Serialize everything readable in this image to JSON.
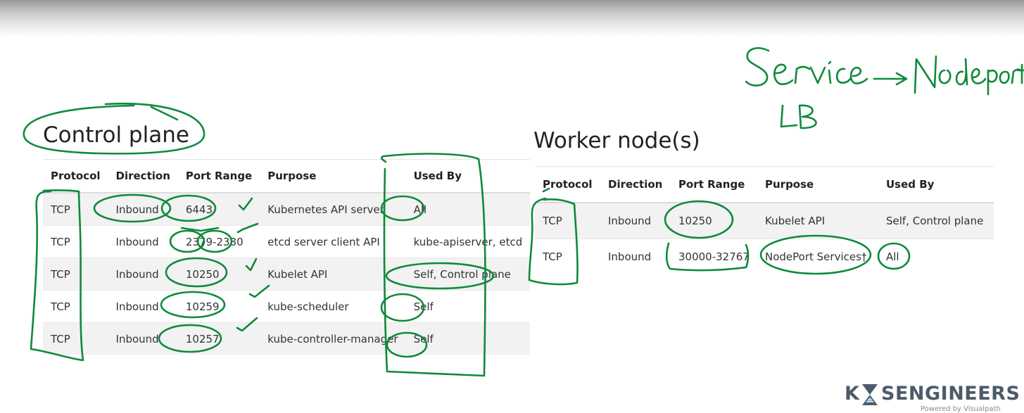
{
  "control_plane": {
    "title": "Control plane",
    "columns": [
      "Protocol",
      "Direction",
      "Port Range",
      "Purpose",
      "Used By"
    ],
    "rows": [
      [
        "TCP",
        "Inbound",
        "6443",
        "Kubernetes API server",
        "All"
      ],
      [
        "TCP",
        "Inbound",
        "2379-2380",
        "etcd server client API",
        "kube-apiserver, etcd"
      ],
      [
        "TCP",
        "Inbound",
        "10250",
        "Kubelet API",
        "Self, Control plane"
      ],
      [
        "TCP",
        "Inbound",
        "10259",
        "kube-scheduler",
        "Self"
      ],
      [
        "TCP",
        "Inbound",
        "10257",
        "kube-controller-manager",
        "Self"
      ]
    ]
  },
  "worker_nodes": {
    "title": "Worker node(s)",
    "columns": [
      "Protocol",
      "Direction",
      "Port Range",
      "Purpose",
      "Used By"
    ],
    "rows": [
      [
        "TCP",
        "Inbound",
        "10250",
        "Kubelet API",
        "Self, Control plane"
      ],
      [
        "TCP",
        "Inbound",
        "30000-32767",
        "NodePort Services†",
        "All"
      ]
    ]
  },
  "handwritten_note": {
    "line1": "Service → Nodeport",
    "line2": "LB"
  },
  "logo": {
    "brand": "K8SENGINEERS",
    "letter_k": "K",
    "rest": "SENGINEERS",
    "tagline": "Powered by Visualpath"
  },
  "colors": {
    "annotation_ink": "#0e8a3a",
    "row_stripe": "#f2f2f2",
    "logo_text": "#4d5b69"
  }
}
